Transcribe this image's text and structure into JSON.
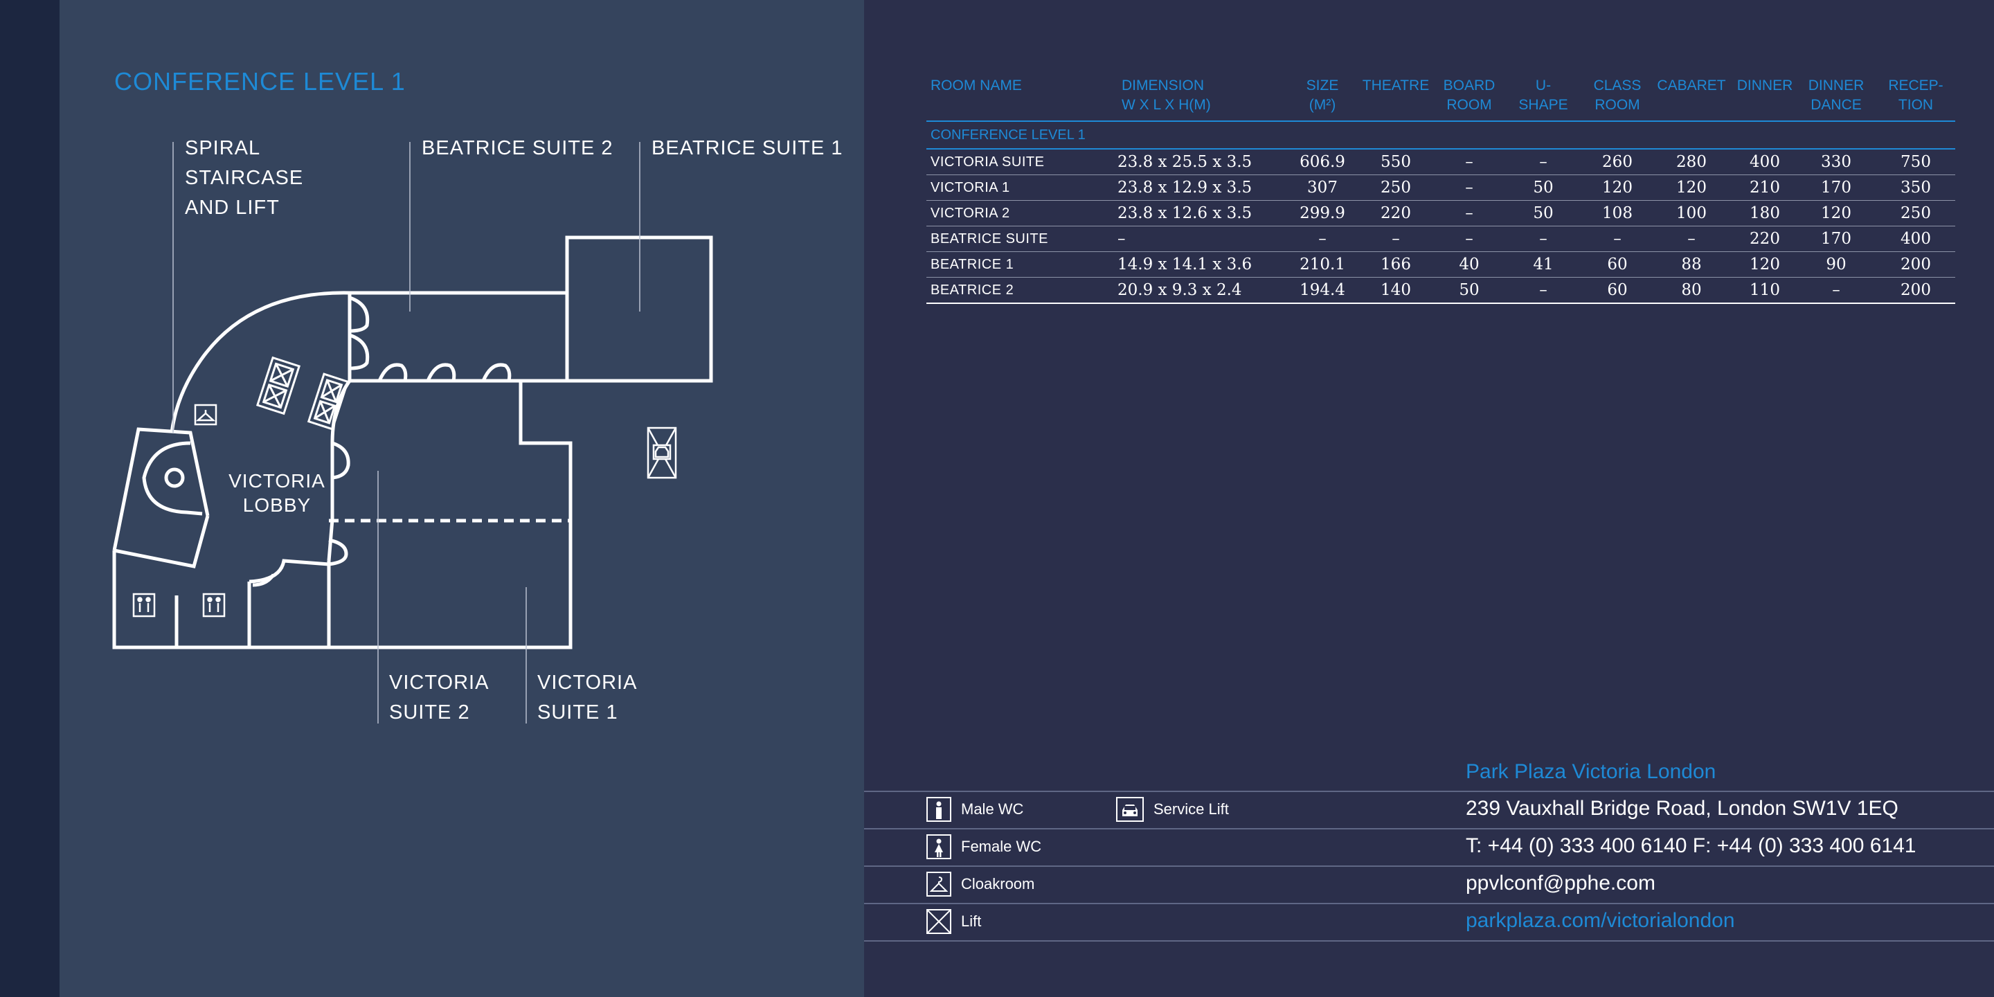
{
  "plan": {
    "title": "CONFERENCE LEVEL 1",
    "labels": {
      "spiral": "SPIRAL\nSTAIRCASE\nAND LIFT",
      "beatrice2": "BEATRICE SUITE 2",
      "beatrice1": "BEATRICE SUITE 1",
      "lobby": "VICTORIA\nLOBBY",
      "victoria2": "VICTORIA\nSUITE 2",
      "victoria1": "VICTORIA\nSUITE 1"
    },
    "colors": {
      "accent": "#1e8ad6",
      "left_panel": "#35445d",
      "right_panel": "#2b2f4b",
      "lines": "#ffffff"
    }
  },
  "table": {
    "headers": [
      "ROOM NAME",
      "DIMENSION\nW X L X H(M)",
      "SIZE\n(M²)",
      "THEATRE",
      "BOARD\nROOM",
      "U-\nSHAPE",
      "CLASS\nROOM",
      "CABARET",
      "DINNER",
      "DINNER\nDANCE",
      "RECEP-\nTION"
    ],
    "section": "CONFERENCE LEVEL 1",
    "rows": [
      [
        "VICTORIA SUITE",
        "23.8 x 25.5 x 3.5",
        "606.9",
        "550",
        "–",
        "–",
        "260",
        "280",
        "400",
        "330",
        "750"
      ],
      [
        "VICTORIA 1",
        "23.8 x 12.9 x 3.5",
        "307",
        "250",
        "–",
        "50",
        "120",
        "120",
        "210",
        "170",
        "350"
      ],
      [
        "VICTORIA 2",
        "23.8 x 12.6 x 3.5",
        "299.9",
        "220",
        "–",
        "50",
        "108",
        "100",
        "180",
        "120",
        "250"
      ],
      [
        "BEATRICE SUITE",
        "–",
        "–",
        "–",
        "–",
        "–",
        "–",
        "–",
        "220",
        "170",
        "400"
      ],
      [
        "BEATRICE 1",
        "14.9 x 14.1 x 3.6",
        "210.1",
        "166",
        "40",
        "41",
        "60",
        "88",
        "120",
        "90",
        "200"
      ],
      [
        "BEATRICE 2",
        "20.9 x 9.3 x 2.4",
        "194.4",
        "140",
        "50",
        "–",
        "60",
        "80",
        "110",
        "–",
        "200"
      ]
    ]
  },
  "legend": {
    "male_wc": "Male WC",
    "female_wc": "Female WC",
    "cloakroom": "Cloakroom",
    "lift": "Lift",
    "service_lift": "Service Lift"
  },
  "contact": {
    "hotel": "Park Plaza Victoria London",
    "address": "239 Vauxhall Bridge Road, London SW1V 1EQ",
    "phone": "T: +44 (0) 333 400 6140   F: +44 (0) 333 400 6141",
    "email": "ppvlconf@pphe.com",
    "website": "parkplaza.com/victorialondon"
  }
}
